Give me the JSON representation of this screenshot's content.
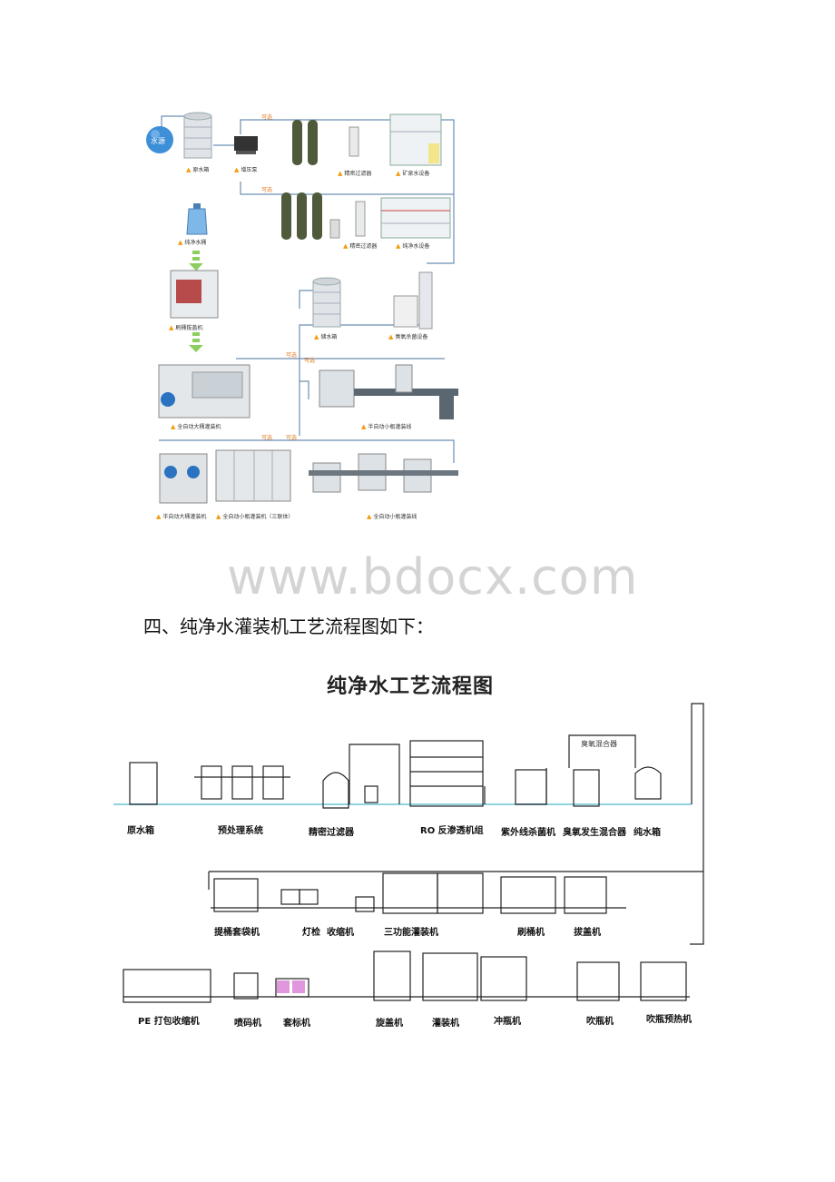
{
  "top_diagram": {
    "source_label": "水源",
    "labels": {
      "raw_tank": "原水箱",
      "booster_pump": "增压泵",
      "precision_filter_1": "精密过滤器",
      "mineral_equipment": "矿泉水设备",
      "precision_filter_2": "精密过滤器",
      "pure_water_equipment": "纯净水设备",
      "pure_bucket": "纯净水桶",
      "brush_machine": "刷桶拔盖机",
      "storage_tank": "储水箱",
      "ozone_equipment": "臭氧杀菌设备",
      "full_auto_bucket": "全自动大桶灌装机",
      "semi_auto_small": "半自动小瓶灌装线",
      "semi_auto_bucket": "半自动大桶灌装机",
      "full_auto_small_3in1": "全自动小瓶灌装机（三联体）",
      "full_auto_small_line": "全自动小瓶灌装线"
    },
    "optional_label": "可选"
  },
  "watermark": "www.bdocx.com",
  "section_heading": "四、纯净水灌装机工艺流程图如下：",
  "flow": {
    "title": "纯净水工艺流程图",
    "row1": [
      "原水箱",
      "预处理系统",
      "精密过滤器",
      "RO 反渗透机组",
      "紫外线杀菌机",
      "臭氧发生混合器",
      "纯水箱"
    ],
    "ozone_small": "臭氧混合器",
    "row2": [
      "提桶套袋机",
      "灯检",
      "收缩机",
      "三功能灌装机",
      "刷桶机",
      "拔盖机"
    ],
    "row3": [
      "PE 打包收缩机",
      "喷码机",
      "套标机",
      "旋盖机",
      "灌装机",
      "冲瓶机",
      "吹瓶机",
      "吹瓶预热机"
    ]
  },
  "colors": {
    "pipe": "#5b8cc5",
    "water_line": "#8fd3e0",
    "warn": "#f39c12",
    "optional": "#e67e22"
  }
}
